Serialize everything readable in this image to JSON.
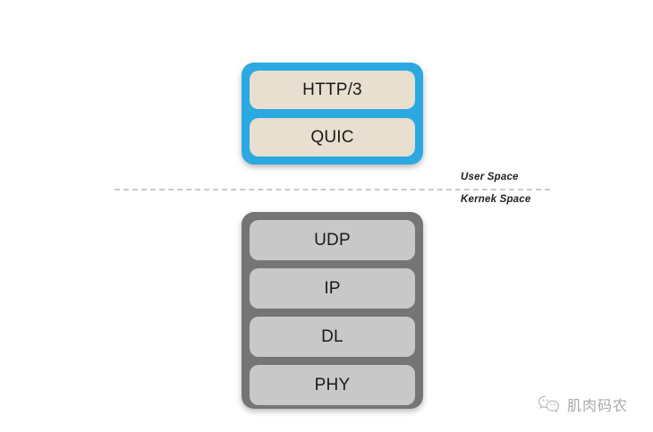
{
  "diagram": {
    "title": "HTTP/3 QUIC protocol stack",
    "background_color": "#FFFFFF",
    "user_space": {
      "frame_color": "#2BA9E0",
      "layer_color": "#E8DFD0",
      "layers": [
        {
          "label": "HTTP/3"
        },
        {
          "label": "QUIC"
        }
      ]
    },
    "kernel_space": {
      "frame_color": "#757575",
      "layer_color": "#C8C8C8",
      "layers": [
        {
          "label": "UDP"
        },
        {
          "label": "IP"
        },
        {
          "label": "DL"
        },
        {
          "label": "PHY"
        }
      ]
    },
    "boundary": {
      "line_color": "#C9C9C9",
      "above_label": "User Space",
      "below_label": "Kernek Space"
    }
  },
  "watermark": {
    "icon": "wechat-icon",
    "text": "肌肉码农",
    "color": "#8A8A8A"
  }
}
